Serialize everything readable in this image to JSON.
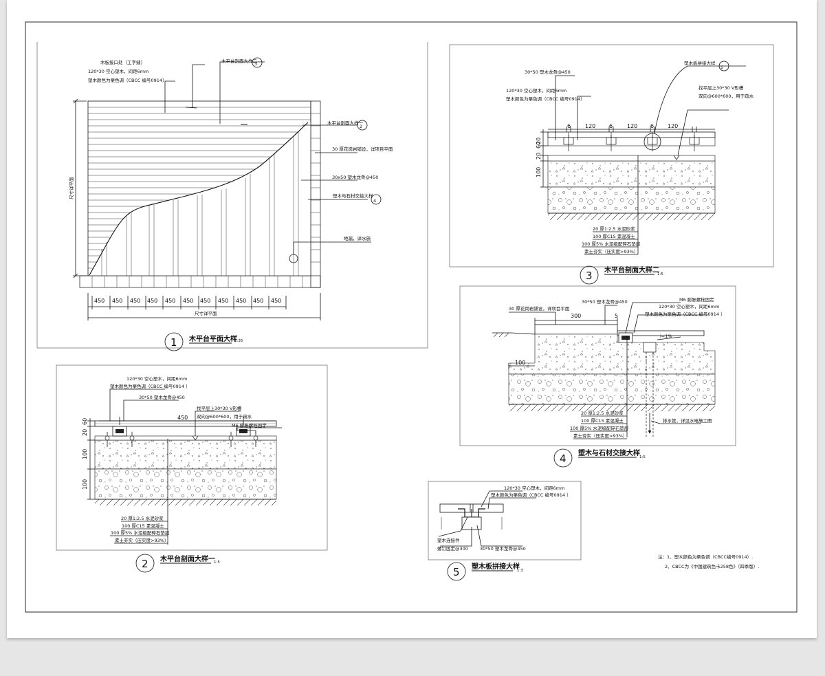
{
  "plan": {
    "labels": {
      "edge": "木板接口处（工字缝）",
      "board": "120*30 空心塑木，间距6mm",
      "color": "塑木颜色为栗色调（CBCC 编号0914）",
      "sec2": "木平台剖面大样二",
      "sec1": "木平台剖面大样一",
      "paving": "30 厚花岗岩铺设，详项目平面",
      "joist": "30x50 塑木龙骨@450",
      "junction": "塑木与石材交接大样",
      "drain": "地漏，详水施"
    },
    "ref": {
      "three": "3",
      "two": "2",
      "four": "4"
    },
    "dim_h": [
      "450",
      "450",
      "450",
      "450",
      "450",
      "450",
      "450",
      "450",
      "450",
      "450",
      "450"
    ],
    "dim_total": "尺寸详平面",
    "dim_v": "尺寸详平面",
    "number": "1",
    "title": "木平台平面大样",
    "scale": "1:35"
  },
  "sec1": {
    "labels": {
      "board": "120*30 空心塑木，间距6mm",
      "color": "塑木颜色为栗色调（CBCC 编号0914 ）",
      "joist": "30*50 塑木龙骨@450",
      "slope": "找平层上30*30 V形槽",
      "slope2": "双向@600*600，用于疏水",
      "bolt": "M6 膨胀螺栓固定",
      "span": "450"
    },
    "layers": [
      "20 厚1:2.5 水泥砂浆",
      "100 厚C15 素混凝土",
      "100 厚5% 水泥级配碎石垫层",
      "素土夯实（压实度>93%）"
    ],
    "vdims": [
      "20",
      "60",
      "100",
      "100"
    ],
    "number": "2",
    "title": "木平台剖面大样一",
    "scale": "1:5"
  },
  "sec2": {
    "labels": {
      "joist": "30*50 塑木龙骨@450",
      "board": "120*30 空心塑木，间距6mm",
      "color": "塑木颜色为栗色调（CBCC 编号0914）",
      "junction": "塑木板拼接大样",
      "slope": "找平层上30*30 V形槽",
      "slope2": "双向@600*600，用于疏水"
    },
    "dims": [
      "6",
      "120",
      "120",
      "6",
      "120"
    ],
    "gap": "6",
    "layers": [
      "20 厚1:2.5 水泥砂浆",
      "100 厚C15 素混凝土",
      "100 厚5% 水泥级配碎石垫层",
      "素土夯实（压实度>93%）"
    ],
    "vdims": [
      "20",
      "60",
      "20",
      "100"
    ],
    "number": "3",
    "title": "木平台剖面大样二",
    "scale": "1:5"
  },
  "sec4": {
    "labels": {
      "paving": "30 厚花岗岩铺设，详项目平面",
      "joist": "30*50 塑木龙骨@450",
      "bolt": "M6 膨胀螺栓固定",
      "board": "120*30 空心塑木，间距6mm",
      "color": "塑木颜色为栗色调（CBCC 编号0914 ）",
      "slope": "i=1%",
      "w300": "300",
      "w5": "5",
      "w100": "100",
      "pipe": "排水管，详见水电施工图"
    },
    "layers": [
      "20 厚1:2.5 水泥砂浆",
      "100 厚C15 素混凝土",
      "100 厚5% 水泥级配碎石垫层",
      "素土夯实（压实度>93%）"
    ],
    "number": "4",
    "title": "塑木与石材交接大样",
    "scale": "1:5"
  },
  "sec5": {
    "labels": {
      "board": "120*30 空心塑木，间距6mm",
      "color": "塑木颜色为栗色调（CBCC 编号0914 ）",
      "clip": "塑木连接件",
      "screw": "螺钉固定@300",
      "joist": "30*50 塑木龙骨@450"
    },
    "number": "5",
    "title": "塑木板拼接大样",
    "scale": "1:3"
  },
  "notes": {
    "line1": "注：1、塑木颜色为栗色调（CBCC编号0914）.",
    "line2": "2、CBCC为《中国建筑色卡258色》（四季版）."
  }
}
